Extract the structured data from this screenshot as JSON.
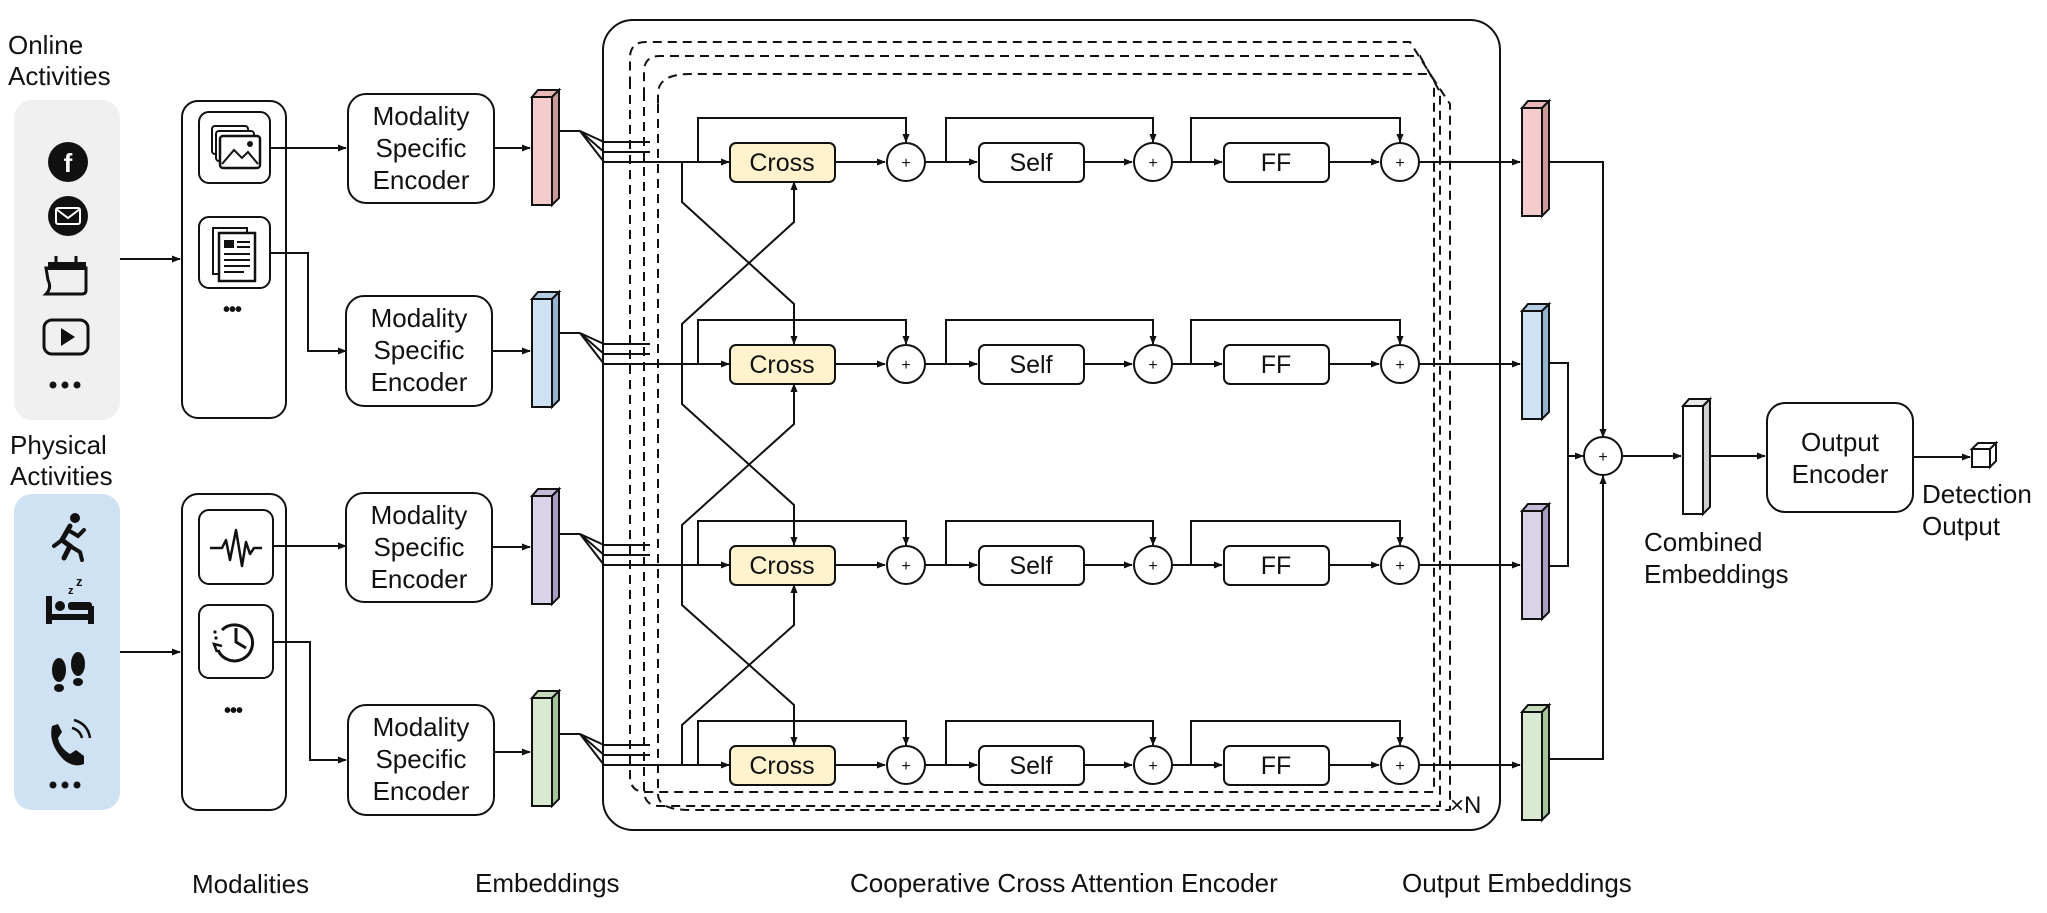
{
  "colors": {
    "online_panel": "#f0f0f0",
    "physical_panel": "#cfe2f3",
    "cross_block": "#fff2cc",
    "emb_red": "#f4cccc",
    "emb_blue": "#cfe2f3",
    "emb_purple": "#d9d2e9",
    "emb_green": "#d9ead3",
    "emb_white": "#ffffff",
    "stroke": "#111111"
  },
  "left": {
    "online_title_line1": "Online",
    "online_title_line2": "Activities",
    "physical_title_line1": "Physical",
    "physical_title_line2": "Activities",
    "online_icons": [
      "facebook-icon",
      "mail-icon",
      "calendar-icon",
      "play-video-icon",
      "more-dots-icon"
    ],
    "physical_icons": [
      "running-icon",
      "sleep-bed-icon",
      "footsteps-icon",
      "phone-call-icon",
      "more-dots-icon"
    ]
  },
  "modalities": {
    "icons_group1": [
      "image-gallery-icon",
      "document-icon"
    ],
    "icons_group2": [
      "waveform-icon",
      "clock-history-icon"
    ],
    "ellipsis": "•••"
  },
  "encoders": {
    "line1": "Modality",
    "line2": "Specific",
    "line3": "Encoder"
  },
  "blocks": {
    "cross": "Cross",
    "self": "Self",
    "ff": "FF",
    "plus": "+"
  },
  "repeat_label": "×N",
  "output_encoder": {
    "line1": "Output",
    "line2": "Encoder"
  },
  "combined_label": {
    "line1": "Combined",
    "line2": "Embeddings"
  },
  "detection_label": {
    "line1": "Detection",
    "line2": "Output"
  },
  "bottom_labels": {
    "modalities": "Modalities",
    "embeddings": "Embeddings",
    "encoder": "Cooperative Cross Attention Encoder",
    "output_embeddings": "Output Embeddings"
  }
}
